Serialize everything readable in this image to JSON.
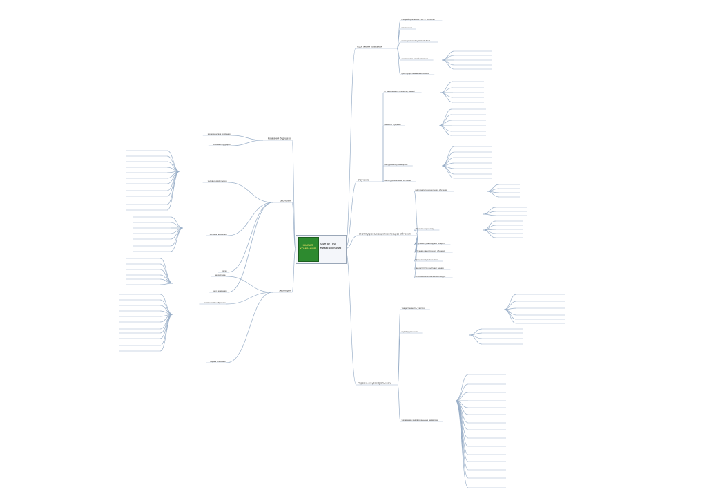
{
  "center": {
    "logo_text": "ЖИВАЯ КОМПАНИЯ",
    "title_line1": "Арие де Геус",
    "title_line2": "Живая компания"
  },
  "branches": [
    {
      "label": "Срок жизни компании",
      "side": "right",
      "leaves": [
        "средний срок жизни ТНК — 40-50 лет",
        "исключения",
        "исследование Royal Dutch Shell",
        "особенности живой компании",
        "цикл существования компании"
      ]
    },
    {
      "label": "Изучение",
      "side": "right",
      "leaves": [
        "от наполнения к обществу знаний",
        "память о будущем",
        "инструменты руководства",
        "институциональное обучение"
      ]
    },
    {
      "label": "Институционализация как процесс обучения",
      "side": "right",
      "leaves": [
        "цикл институционального обучения",
        "обучение через игру",
        "голубые и траволюдные обществ",
        "обучение как и процесс обучения",
        "Процесс в деловом мире",
        "как институты получают знания",
        "голосование из нескольких видов"
      ]
    },
    {
      "label": "Персона / индивидуальность",
      "side": "right",
      "leaves": [
        "тождественность участия",
        "индивидуальность",
        "управление индивидуальным развитием"
      ]
    },
    {
      "label": "Компания будущего",
      "side": "left",
      "leaves": [
        "экономическая компания",
        "компания будущего"
      ]
    },
    {
      "label": "Экология",
      "side": "left",
      "leaves": [
        "человеческий подход",
        "целевые вложения",
        "риски",
        "доля компании"
      ]
    },
    {
      "label": "Эволюция",
      "side": "left",
      "leaves": [
        "экосистема",
        "компания без обучения",
        "оценка компании"
      ]
    }
  ]
}
